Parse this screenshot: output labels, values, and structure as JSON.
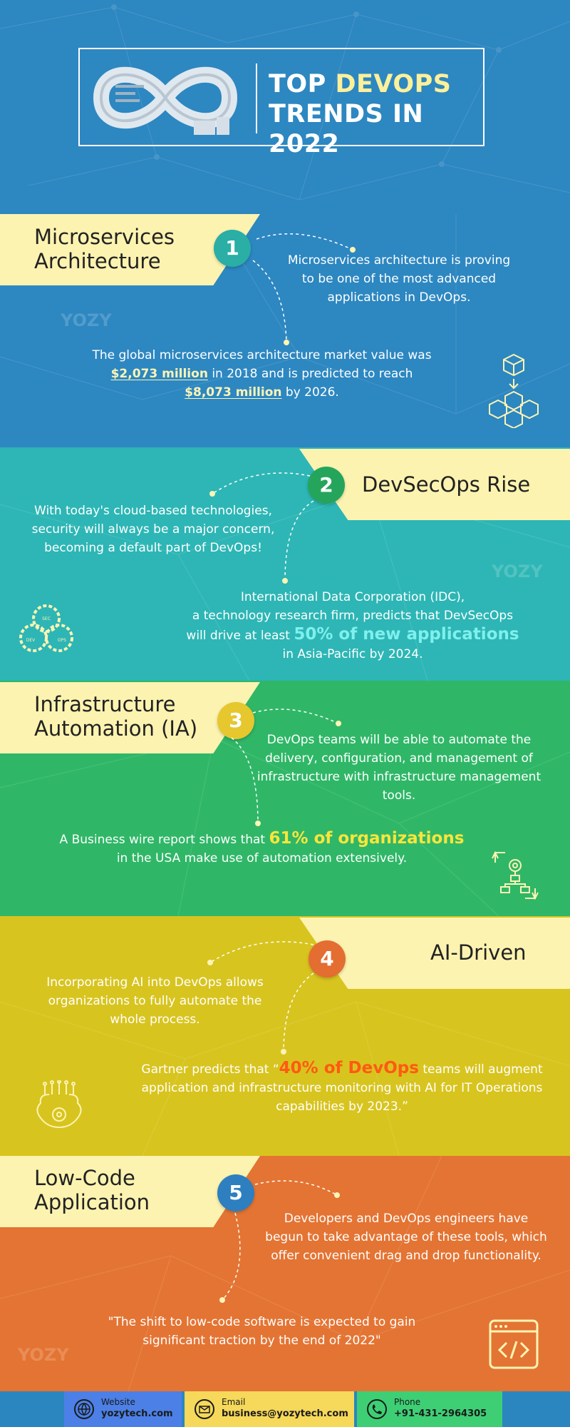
{
  "header": {
    "title_line1_part1": "TOP ",
    "title_line1_part2": "DEVOPS",
    "title_line2": "TRENDS IN 2022"
  },
  "trends": [
    {
      "number": "1",
      "title_line1": "Microservices",
      "title_line2": "Architecture",
      "point1": "Microservices architecture is proving to be one of the most advanced applications in DevOps.",
      "stat_pre": "The global microservices architecture market value was",
      "stat_val1": "$2,073 million",
      "stat_mid": " in 2018 and is predicted to reach",
      "stat_val2": "$8,073 million",
      "stat_post": " by 2026.",
      "icon": "cubes-icon"
    },
    {
      "number": "2",
      "title": "DevSecOps Rise",
      "point1": "With today's cloud-based technologies, security will always be a major concern, becoming a default part of DevOps!",
      "stat_l1": "International Data Corporation (IDC),",
      "stat_l2": "a technology research firm, predicts that DevSecOps",
      "stat_pre": "will drive at least ",
      "stat_val": "50% of new applications",
      "stat_l4": "in Asia-Pacific by 2024.",
      "icon": "gears-icon",
      "icon_labels": [
        "SEC",
        "DEV",
        "OPS"
      ]
    },
    {
      "number": "3",
      "title_line1": "Infrastructure",
      "title_line2": "Automation (IA)",
      "point1": "DevOps teams will be able to automate the delivery, configuration, and management of infrastructure with infrastructure management tools.",
      "stat_pre": "A Business wire report shows that ",
      "stat_val": "61% of organizations",
      "stat_post": "in the USA make use of automation extensively.",
      "icon": "automation-icon"
    },
    {
      "number": "4",
      "title": "AI-Driven",
      "point1": "Incorporating AI into DevOps allows organizations to fully automate the whole process.",
      "stat_pre": "Gartner predicts that “",
      "stat_val": "40% of DevOps",
      "stat_post": " teams will augment application and infrastructure monitoring with AI for IT Operations capabilities by 2023.”",
      "icon": "ai-brain-icon"
    },
    {
      "number": "5",
      "title_line1": "Low-Code",
      "title_line2": "Application",
      "point1": "Developers and DevOps engineers have begun to take advantage of these tools, which offer convenient drag and drop functionality.",
      "stat": "\"The shift to low-code software is expected to gain significant traction by the end of 2022\"",
      "icon": "code-window-icon"
    }
  ],
  "watermark": "YOZY",
  "footer": {
    "website_label": "Website",
    "website_value": "yozytech.com",
    "email_label": "Email",
    "email_value": "business@yozytech.com",
    "phone_label": "Phone",
    "phone_value": "+91-431-2964305"
  },
  "colors": {
    "blue": "#2d87c1",
    "teal": "#2db6b5",
    "green": "#2fb767",
    "yellow": "#d8c41f",
    "orange": "#e47433",
    "banner": "#fcf3b0",
    "highlight_cyan": "#7ff0ee",
    "highlight_yellow": "#fbe53c",
    "highlight_orange": "#ff5a12"
  }
}
